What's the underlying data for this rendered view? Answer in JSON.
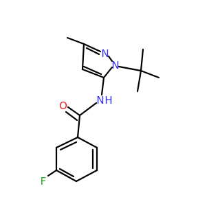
{
  "molecule": {
    "atoms": {
      "N1": {
        "label": "N",
        "color": "#3333ee"
      },
      "N2": {
        "label": "N",
        "color": "#3333ee"
      },
      "NH": {
        "label": "N",
        "color": "#3333ee"
      },
      "H": {
        "label": "H",
        "color": "#3333ee"
      },
      "O": {
        "label": "O",
        "color": "#ee2222"
      },
      "F": {
        "label": "F",
        "color": "#22aa22"
      }
    }
  }
}
